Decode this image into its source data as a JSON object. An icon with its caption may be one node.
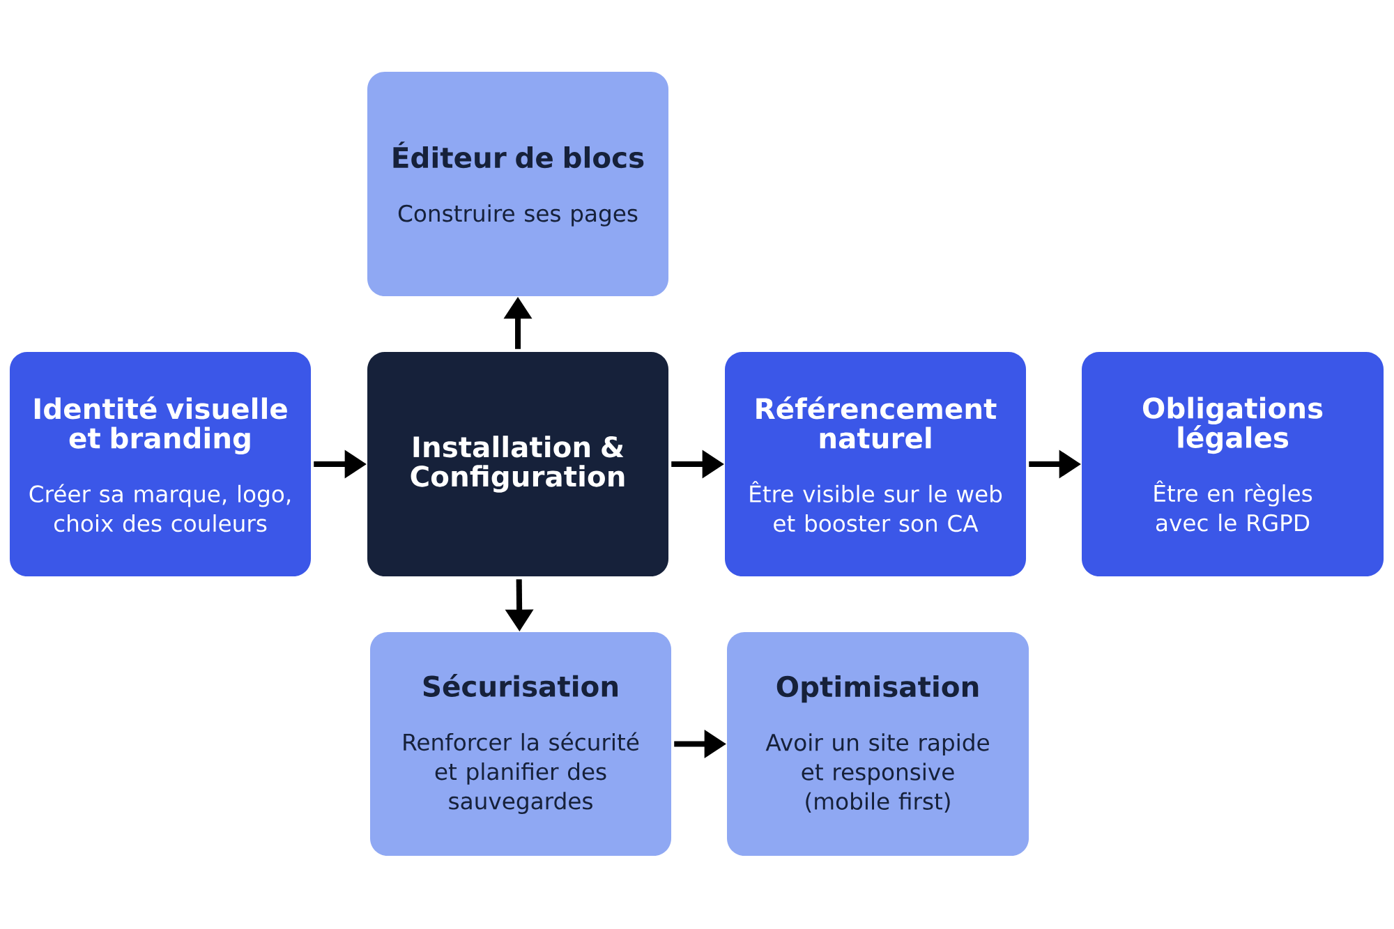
{
  "diagram": {
    "nodes": [
      {
        "text": [
          "Éditeur de blocs",
          "Construire ses pages"
        ]
      },
      {
        "text": [
          "Identité visuelle et branding",
          "Créer sa marque, logo, choix des couleurs"
        ]
      },
      {
        "text": [
          "Installation & Configuration"
        ]
      },
      {
        "text": [
          "Référencement naturel",
          "Être visible sur le web et booster son CA"
        ]
      },
      {
        "text": [
          "Obligations légales",
          "Être en règles avec le RGPD"
        ]
      },
      {
        "text": [
          "Sécurisation",
          "Renforcer la sécurité et planifier des sauvegardes"
        ]
      },
      {
        "text": [
          "Optimisation",
          "Avoir un site rapide et responsive (mobile first)"
        ]
      }
    ],
    "edges": [
      {
        "from": 1,
        "to": 2,
        "arrow": "to"
      },
      {
        "from": 2,
        "to": 0,
        "arrow": "to"
      },
      {
        "from": 2,
        "to": 3,
        "arrow": "to"
      },
      {
        "from": 3,
        "to": 4,
        "arrow": "to"
      },
      {
        "from": 2,
        "to": 5,
        "arrow": "to"
      },
      {
        "from": 5,
        "to": 6,
        "arrow": "to"
      }
    ]
  }
}
